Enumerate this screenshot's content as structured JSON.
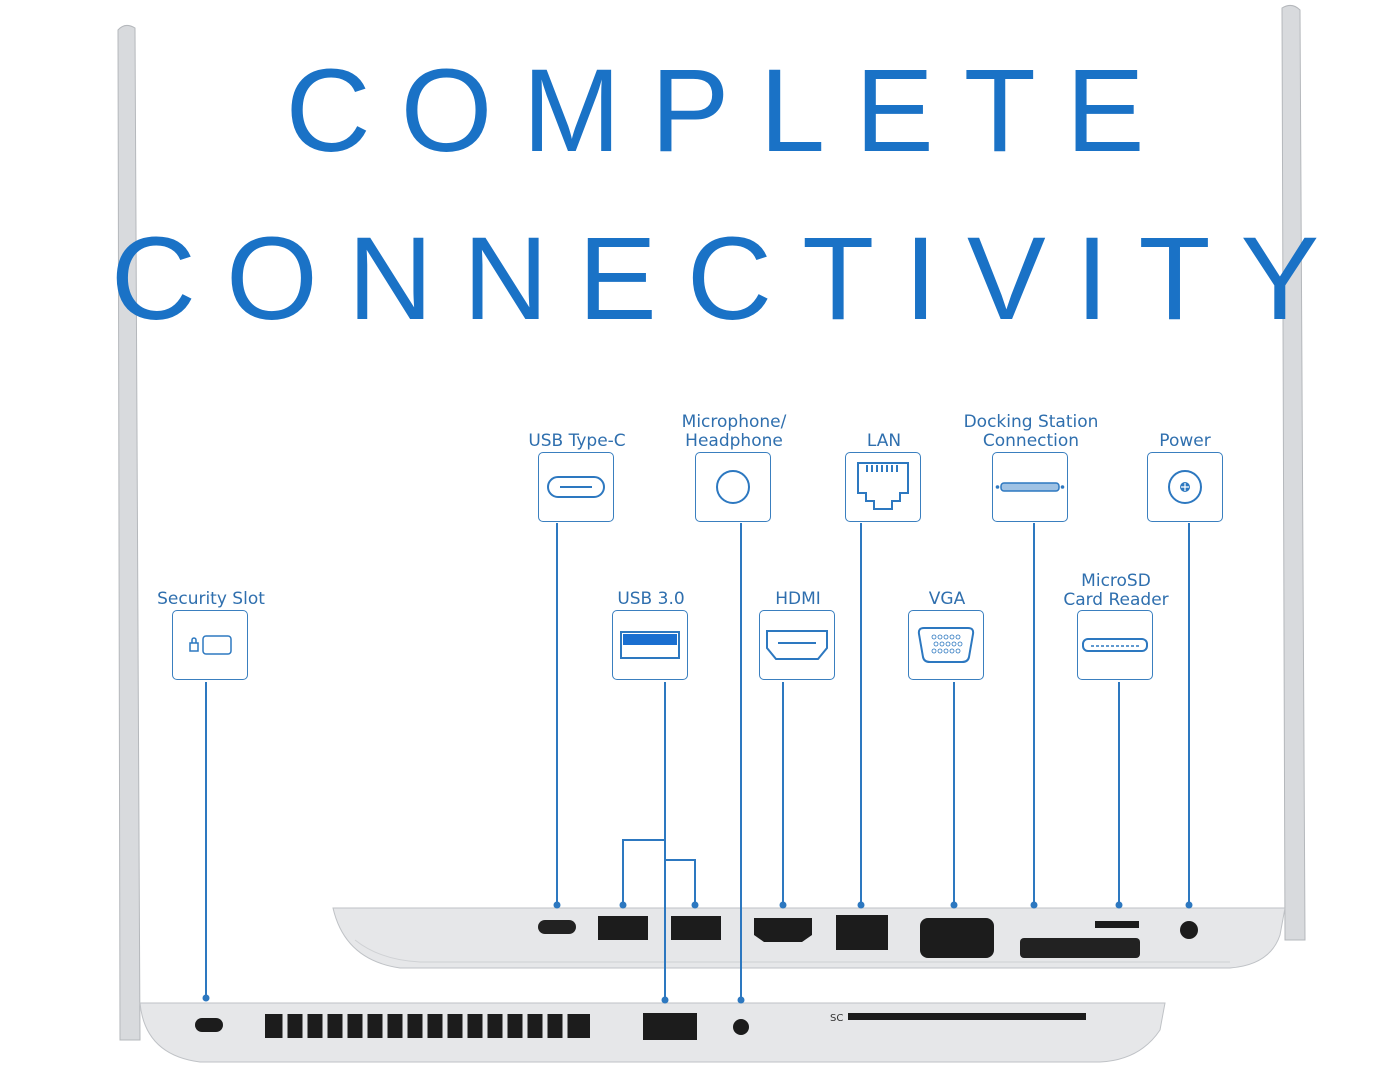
{
  "title": {
    "line1": "COMPLETE",
    "line2": "CONNECTIVITY"
  },
  "colors": {
    "accent": "#1a72c6",
    "label": "#2f6fae",
    "line": "#2d78c0"
  },
  "ports": {
    "usb_c": "USB Type-C",
    "mic_line1": "Microphone/",
    "mic_line2": "Headphone",
    "lan": "LAN",
    "dock_line1": "Docking Station",
    "dock_line2": "Connection",
    "power": "Power",
    "security": "Security Slot",
    "usb3": "USB 3.0",
    "hdmi": "HDMI",
    "vga": "VGA",
    "microsd_line1": "MicroSD",
    "microsd_line2": "Card Reader"
  },
  "laptop_marks": {
    "smart_card": "SC"
  }
}
